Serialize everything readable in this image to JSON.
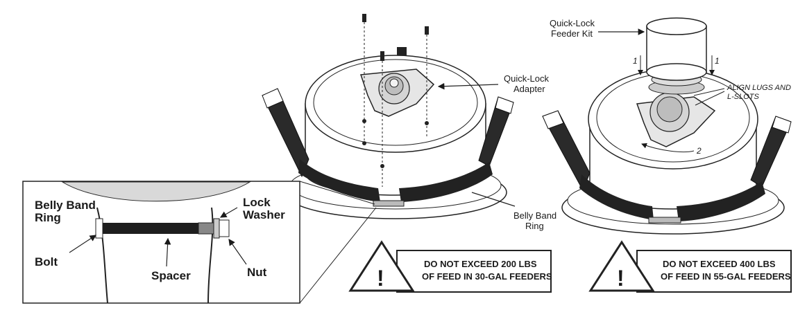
{
  "labels": {
    "quick_lock_adapter": [
      "Quick-Lock",
      "Adapter"
    ],
    "quick_lock_kit": [
      "Quick-Lock",
      "Feeder Kit"
    ],
    "align_note": [
      "ALIGN LUGS AND",
      "L-SLOTS"
    ],
    "belly_band_ring_right": [
      "Belly Band",
      "Ring"
    ],
    "step_1": "1",
    "step_2": "2"
  },
  "detail": {
    "belly_band_ring": [
      "Belly Band",
      "Ring"
    ],
    "lock_washer": [
      "Lock",
      "Washer"
    ],
    "bolt": "Bolt",
    "spacer": "Spacer",
    "nut": "Nut"
  },
  "warnings": [
    {
      "line1": "DO NOT EXCEED 200 LBS",
      "line2": "OF FEED IN 30-GAL FEEDERS"
    },
    {
      "line1": "DO NOT EXCEED 400 LBS",
      "line2": "OF FEED IN 55-GAL FEEDERS"
    }
  ],
  "warning_glyph": "!"
}
